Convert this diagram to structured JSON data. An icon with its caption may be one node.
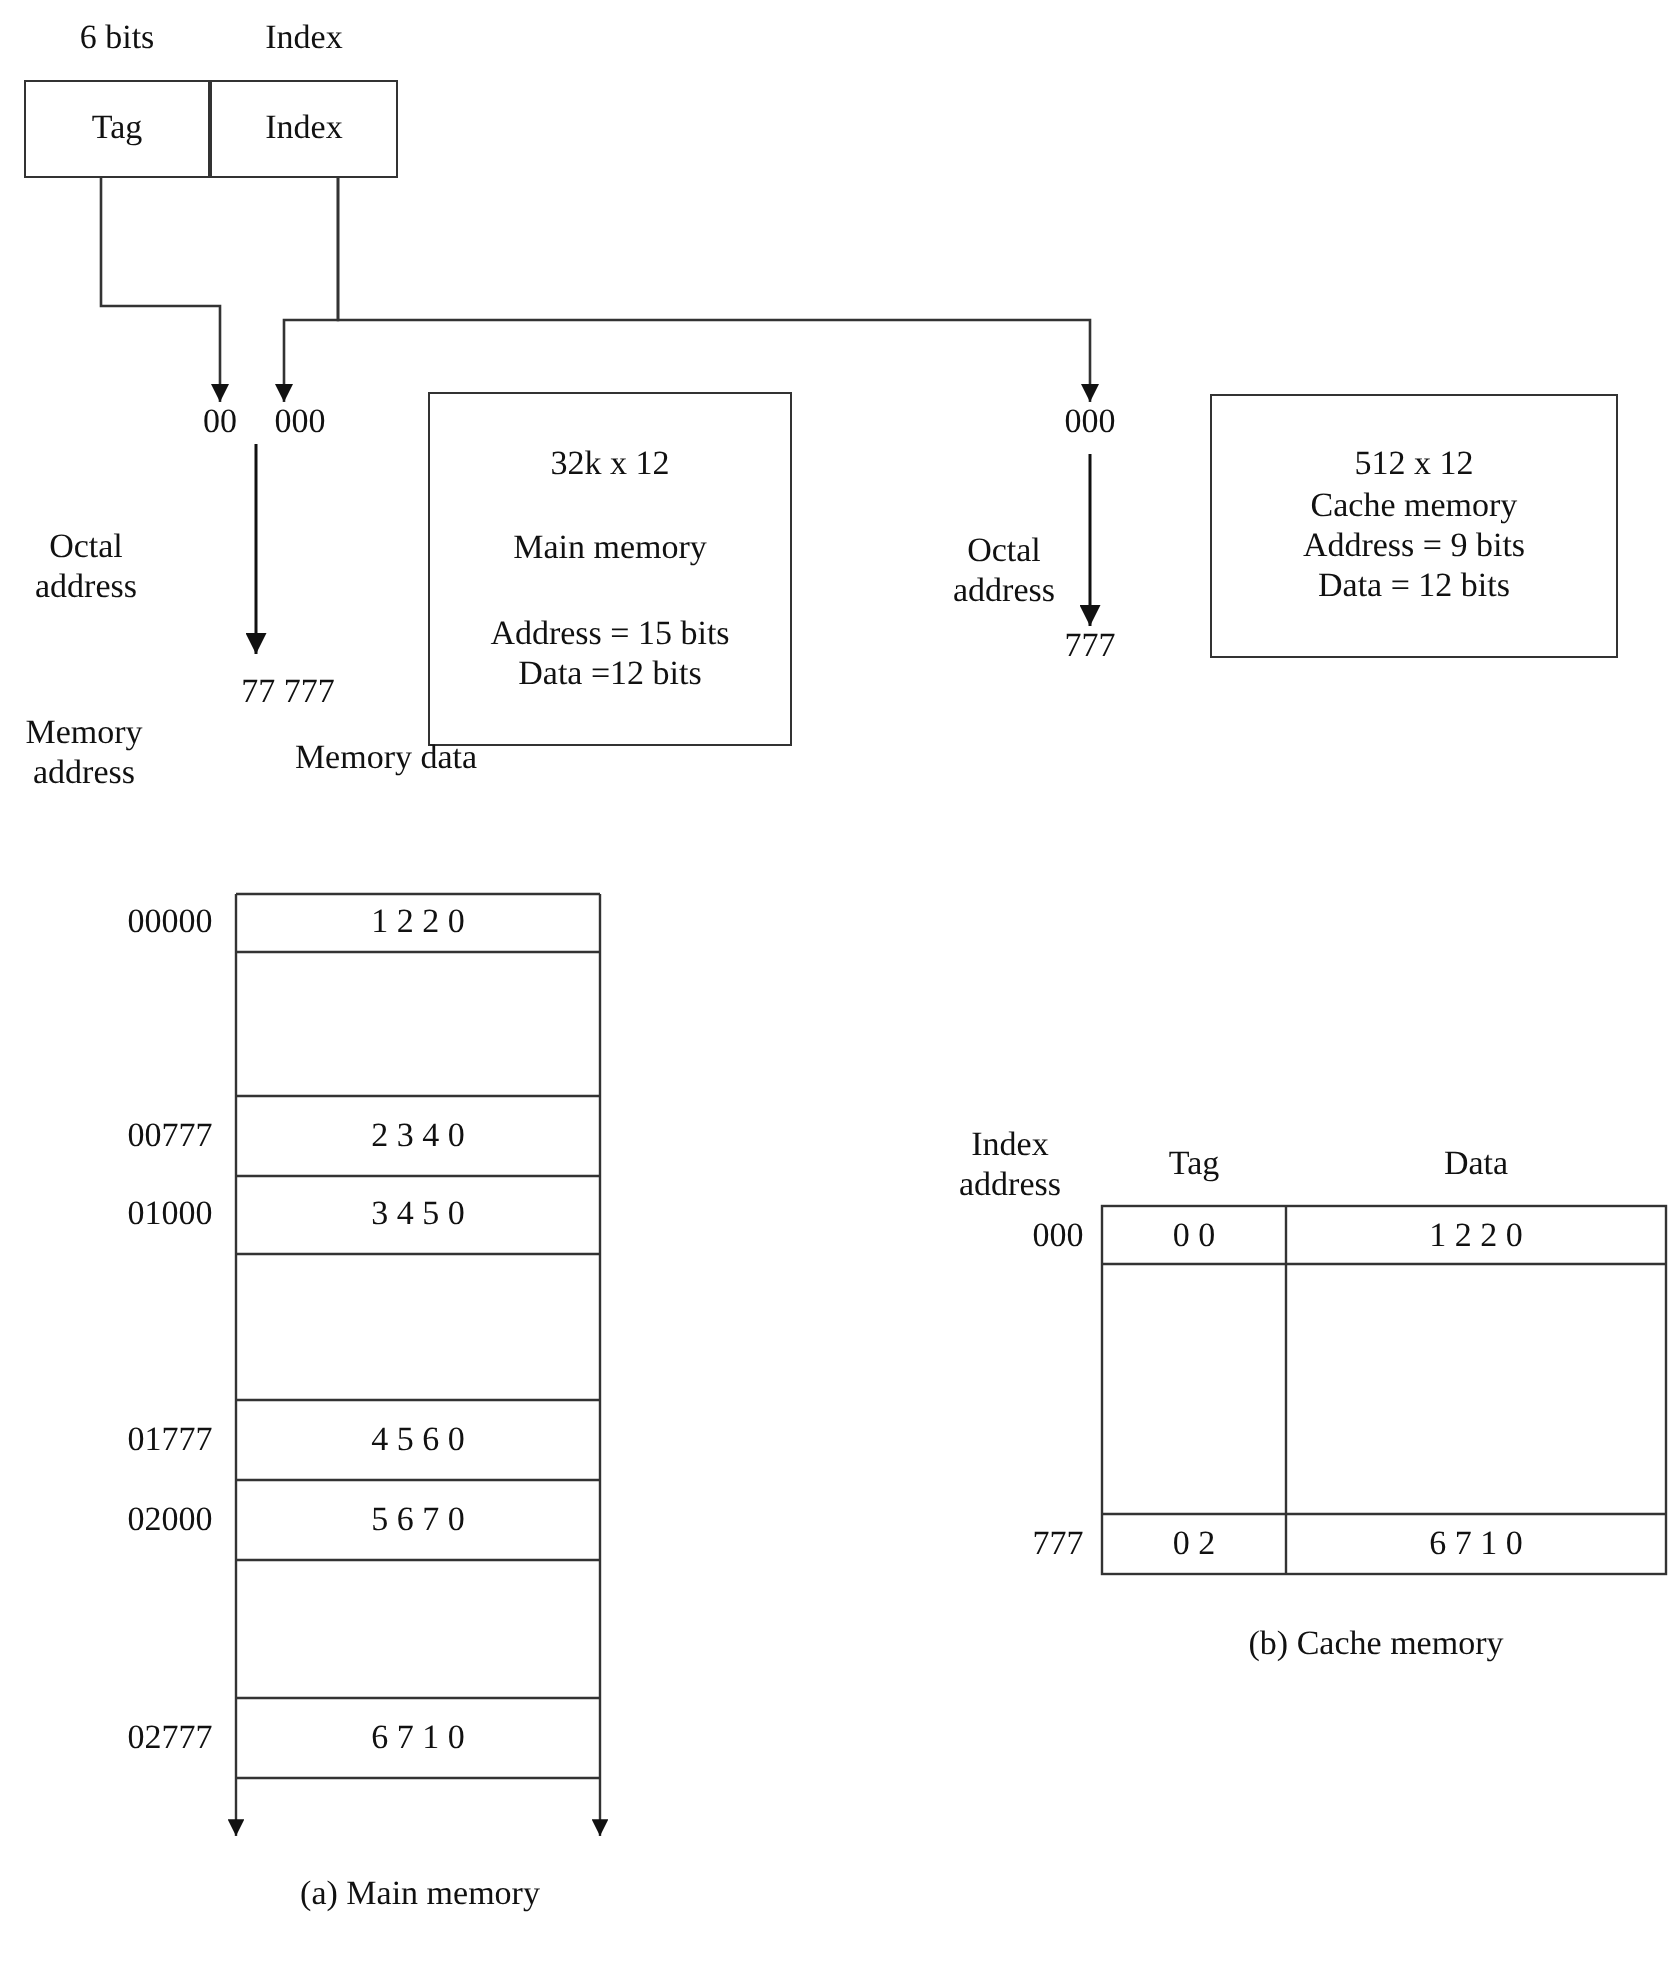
{
  "diagram": {
    "nodes": [
      {
        "text": [
          "Tag"
        ],
        "beside": [
          "6 bits"
        ]
      },
      {
        "text": [
          "Index"
        ],
        "beside": [
          "Index"
        ]
      },
      {
        "text": [
          "00"
        ]
      },
      {
        "text": [
          "000"
        ]
      },
      {
        "text": [
          "000"
        ]
      },
      {
        "text": [
          "32k x 12",
          "Main memory",
          "Address = 15 bits",
          "Data =12 bits"
        ]
      },
      {
        "text": [
          "512 x 12",
          "Cache memory",
          "Address = 9 bits",
          "Data = 12 bits"
        ]
      }
    ],
    "edges": [
      {
        "from": 0,
        "to": 2,
        "arrow": "to"
      },
      {
        "from": 1,
        "to": 3,
        "arrow": "to"
      },
      {
        "from": 1,
        "to": 4,
        "arrow": "to"
      }
    ],
    "labels": [
      "Octal address",
      "77 777",
      "Octal address",
      "777",
      "Memory address",
      "Memory data",
      "00000",
      "1 2 2 0",
      "00777",
      "2 3 4 0",
      "01000",
      "3 4 5 0",
      "01777",
      "4 5 6 0",
      "02000",
      "5 6 7 0",
      "02777",
      "6 7 1 0",
      "(a) Main memory",
      "Index address",
      "Tag",
      "Data",
      "000",
      "0 0",
      "1 2 2 0",
      "777",
      "0 2",
      "6 7 1 0",
      "(b) Cache memory"
    ]
  }
}
